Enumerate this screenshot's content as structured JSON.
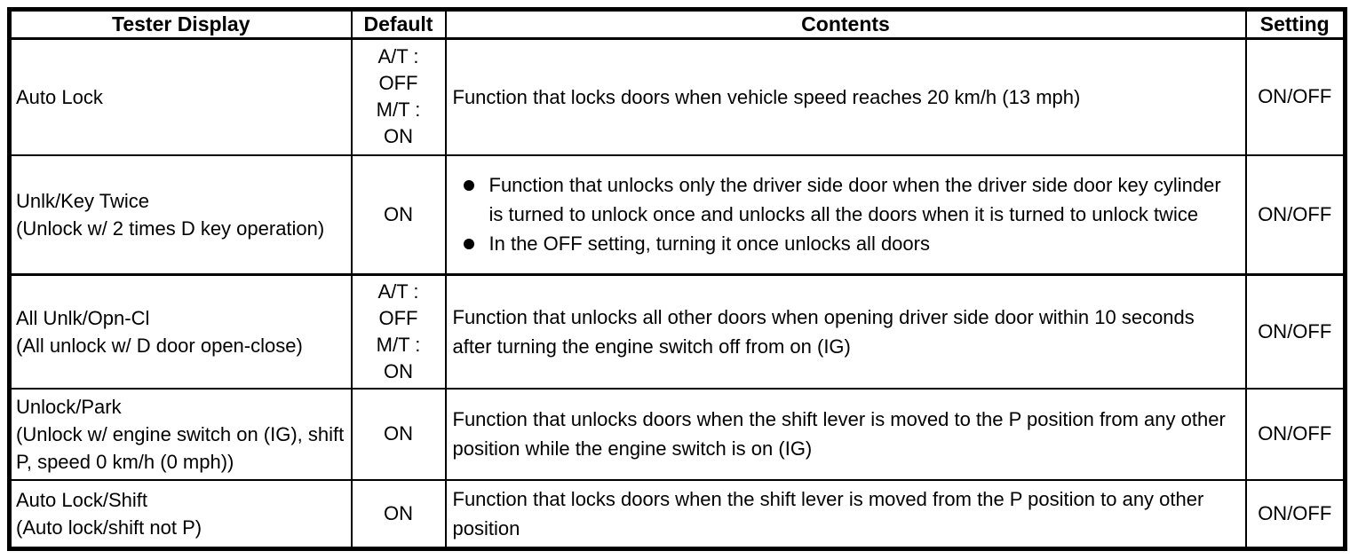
{
  "colors": {
    "border": "#000000",
    "text": "#000000",
    "background": "#ffffff"
  },
  "header": {
    "tester_display": "Tester Display",
    "default": "Default",
    "contents": "Contents",
    "setting": "Setting"
  },
  "rows": [
    {
      "tester_display": "Auto Lock",
      "default": "A/T :\nOFF\nM/T :\nON",
      "contents": "Function that locks doors when vehicle speed reaches 20 km/h (13 mph)",
      "setting": "ON/OFF"
    },
    {
      "tester_display": "Unlk/Key Twice\n(Unlock w/ 2 times D key operation)",
      "default": "ON",
      "contents_bullets": [
        "Function that unlocks only the driver side door when the driver side door key cylinder is turned to unlock once and unlocks all the doors when it is turned to unlock twice",
        "In the OFF setting, turning it once unlocks all doors"
      ],
      "setting": "ON/OFF"
    },
    {
      "tester_display": "All Unlk/Opn-Cl\n(All unlock w/ D door open-close)",
      "default": "A/T :\nOFF\nM/T :\nON",
      "contents": "Function that unlocks all other doors when opening driver side door within 10 seconds after turning the engine switch off from on (IG)",
      "setting": "ON/OFF"
    },
    {
      "tester_display": "Unlock/Park\n(Unlock w/ engine switch on (IG), shift P, speed 0 km/h (0 mph))",
      "default": "ON",
      "contents": "Function that unlocks doors when the shift lever is moved to the P position from any other position while the engine switch is on (IG)",
      "setting": "ON/OFF"
    },
    {
      "tester_display": "Auto Lock/Shift\n(Auto lock/shift not P)",
      "default": "ON",
      "contents": "Function that locks doors when the shift lever is moved from the P position to any other position",
      "setting": "ON/OFF"
    }
  ]
}
